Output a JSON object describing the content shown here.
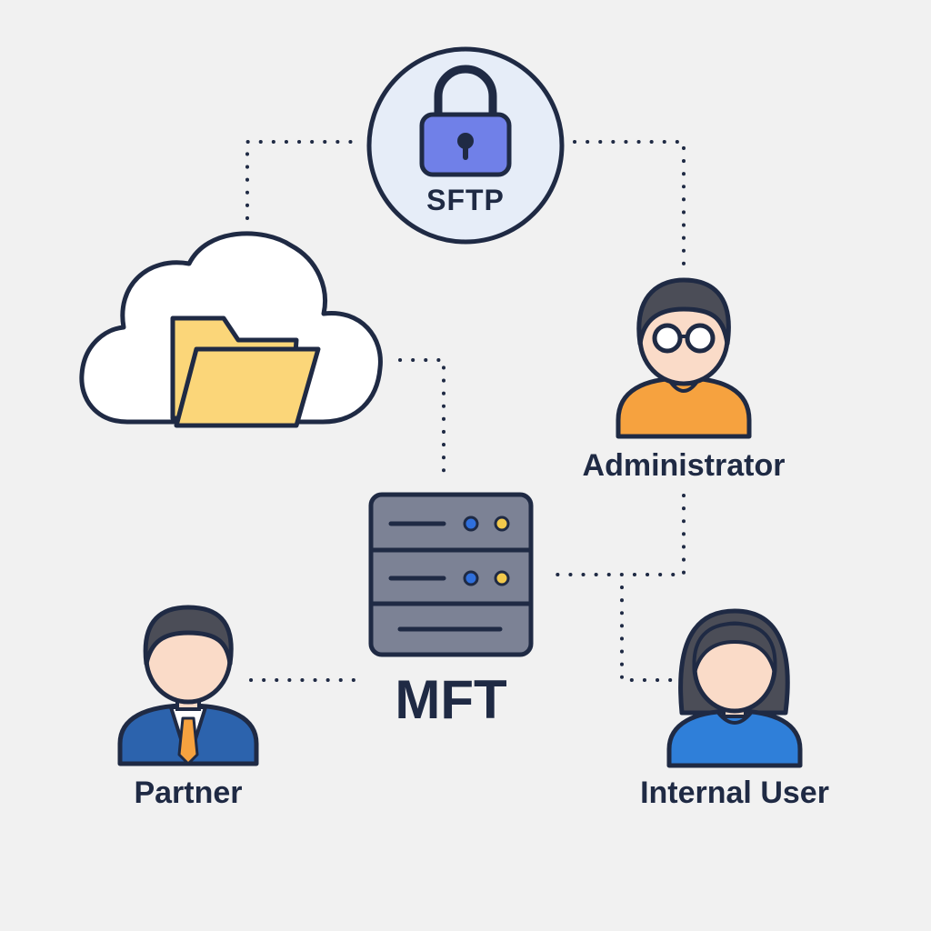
{
  "nodes": {
    "sftp": {
      "label": "SFTP",
      "icon": "padlock-icon"
    },
    "cloud": {
      "icon": "cloud-folder-icon"
    },
    "administrator": {
      "label": "Administrator",
      "icon": "person-glasses-icon"
    },
    "mft": {
      "label": "MFT",
      "icon": "server-rack-icon"
    },
    "partner": {
      "label": "Partner",
      "icon": "businessman-icon"
    },
    "internal_user": {
      "label": "Internal User",
      "icon": "woman-user-icon"
    }
  },
  "colors": {
    "background": "#f1f1f1",
    "outline": "#1f2a44",
    "sftp_circle": "#e6edf8",
    "padlock": "#7080e8",
    "folder": "#fbd679",
    "server": "#7c8295",
    "admin_shirt": "#f6a23f",
    "partner_suit": "#2c63ad",
    "partner_tie": "#f6a23f",
    "internal_shirt": "#2f7fd9",
    "skin": "#fadbc8",
    "hair": "#4b4d57",
    "led_blue": "#2f6fdc",
    "led_yellow": "#f2c94c"
  },
  "connections": [
    {
      "from": "cloud",
      "to": "sftp"
    },
    {
      "from": "sftp",
      "to": "administrator"
    },
    {
      "from": "cloud",
      "to": "mft"
    },
    {
      "from": "administrator",
      "to": "mft"
    },
    {
      "from": "mft",
      "to": "internal_user"
    },
    {
      "from": "partner",
      "to": "mft"
    }
  ]
}
